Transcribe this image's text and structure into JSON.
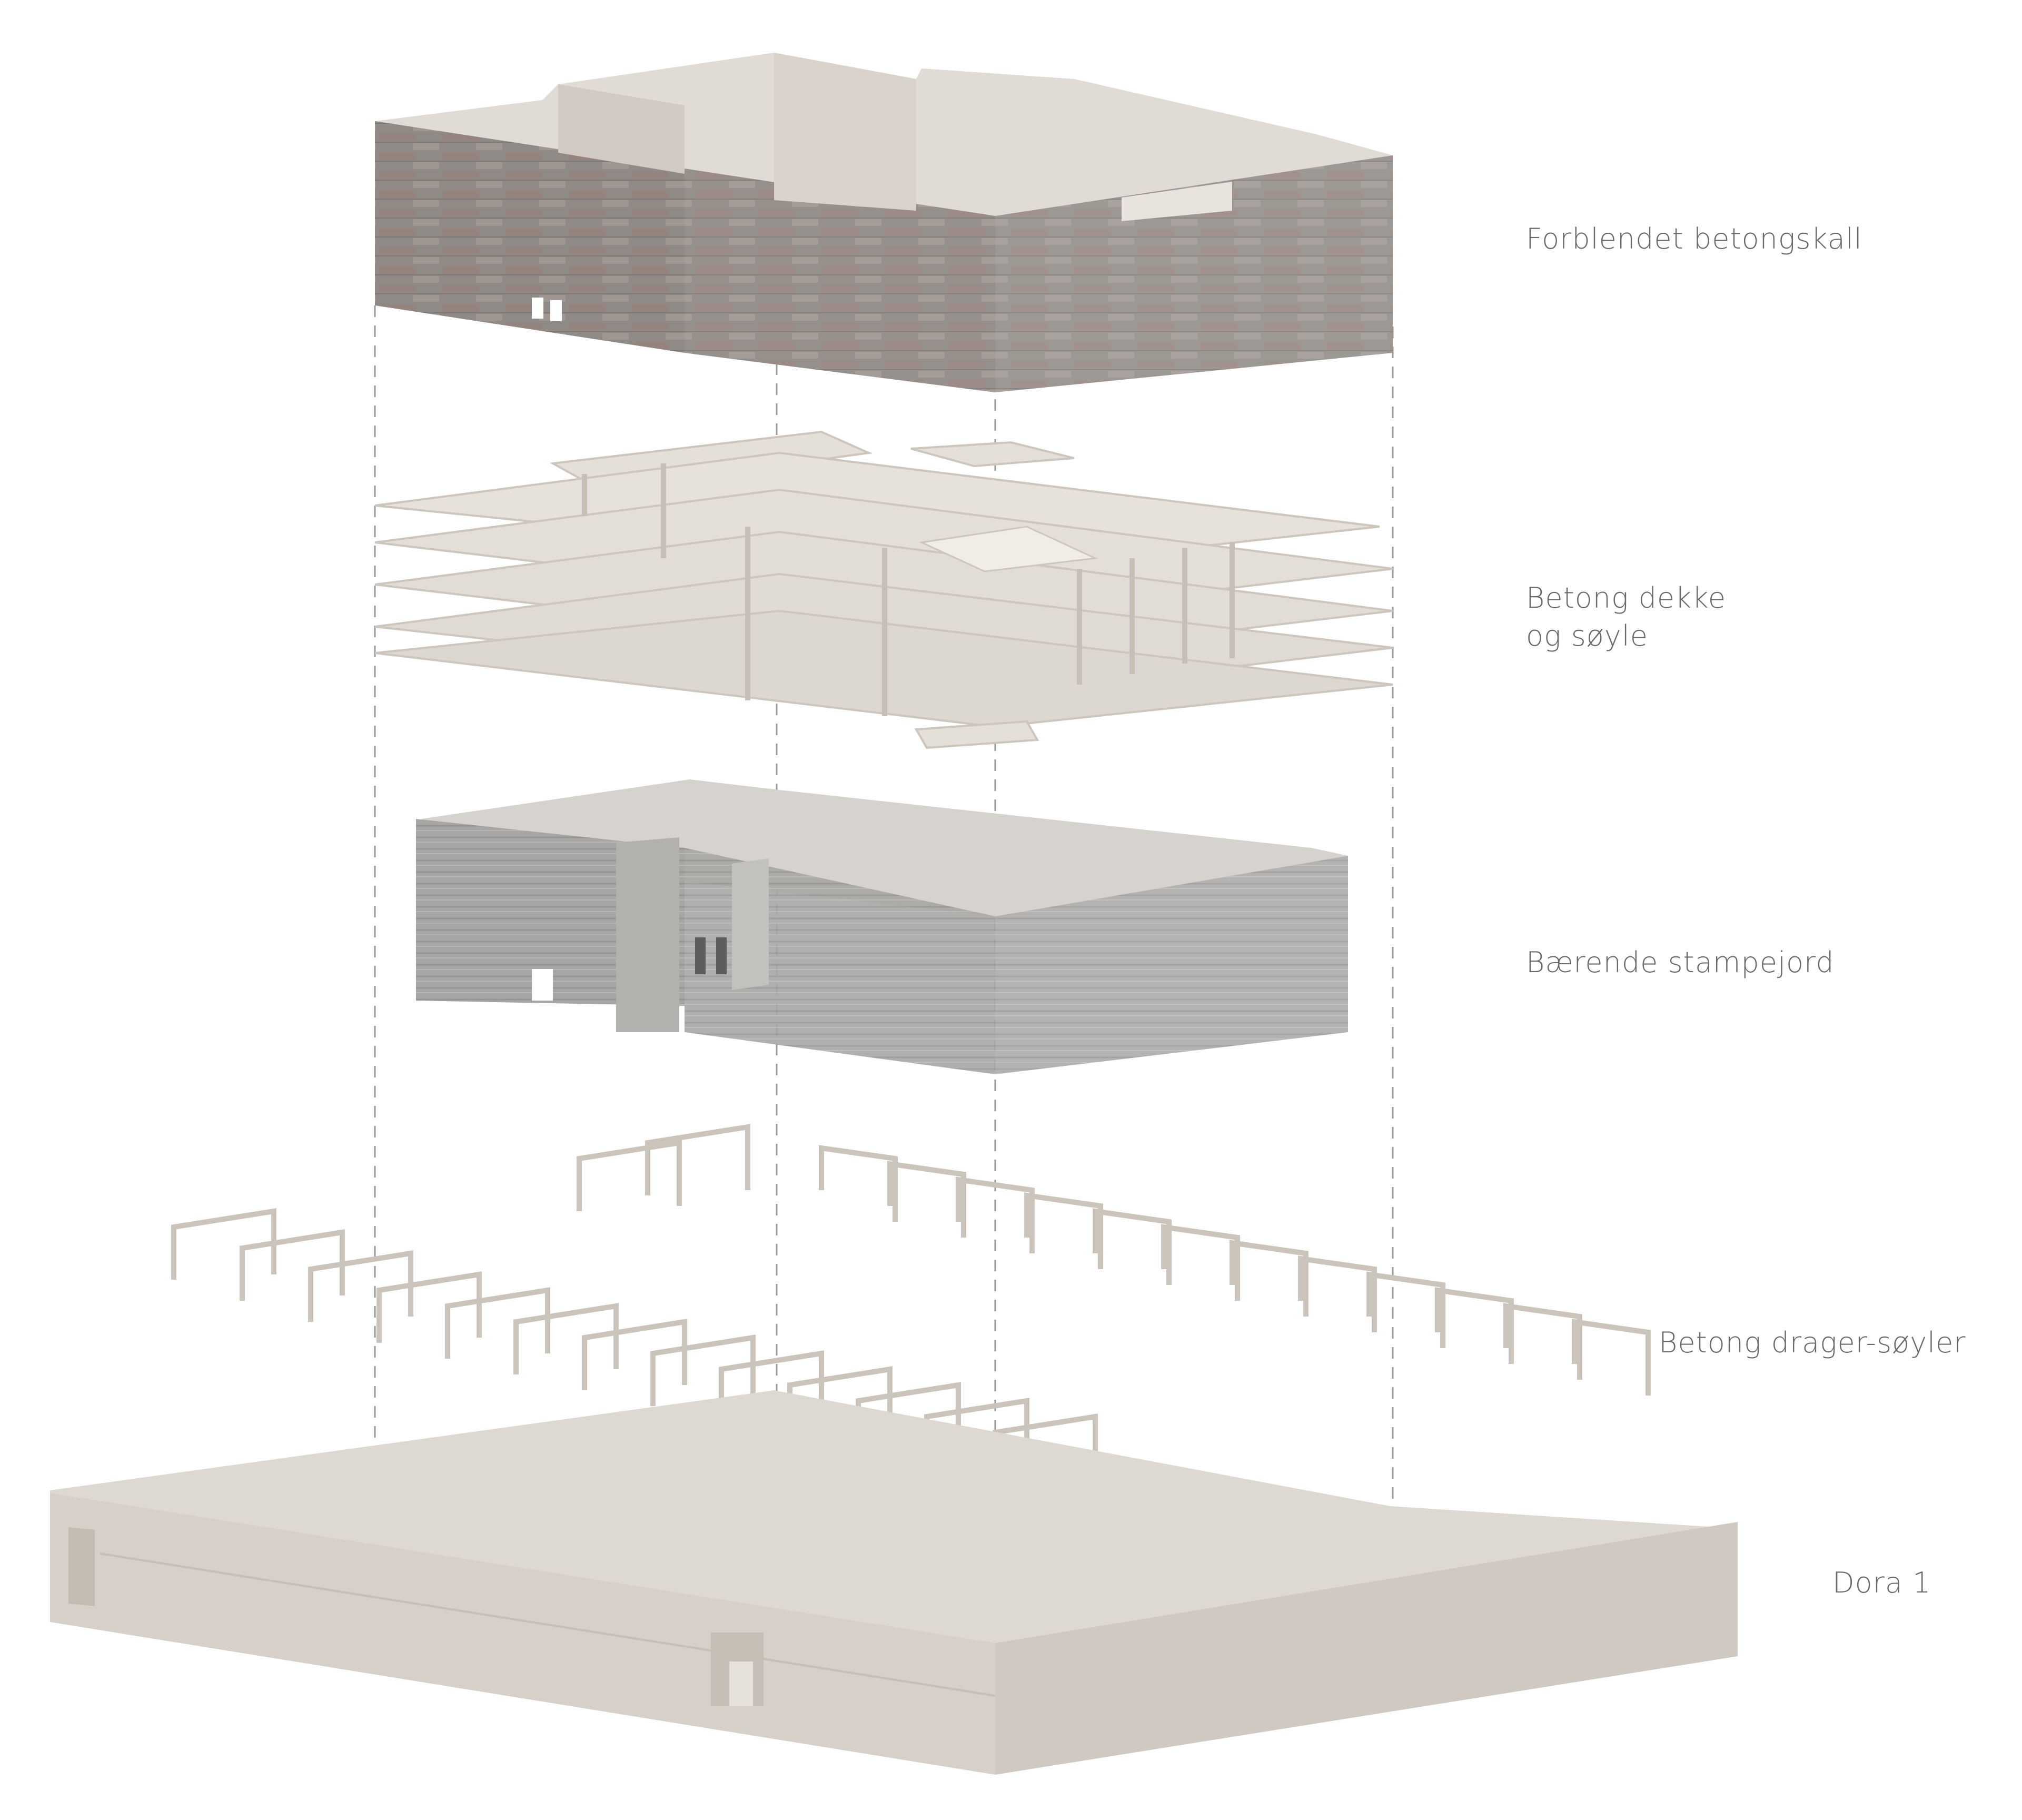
{
  "layers": [
    {
      "id": "shell",
      "label": "Forblendet betongskall"
    },
    {
      "id": "slabs",
      "label_line1": "Betong dekke",
      "label_line2": "og søyle"
    },
    {
      "id": "earth",
      "label": "Bærende stampejord"
    },
    {
      "id": "frames",
      "label": "Betong drager-søyler"
    },
    {
      "id": "base",
      "label": "Dora 1"
    }
  ],
  "colors": {
    "label_text": "#6a6a6a",
    "guide_line": "#9a9a9a",
    "concrete_light": "#e2ddd6",
    "concrete_mid": "#d6d0c8",
    "concrete_dark": "#c9c2b9",
    "brick_face": "#8f8a86",
    "brick_accent": "#9a7f78",
    "earth_face": "#a8a6a4",
    "earth_stripe": "#8c8a88"
  }
}
